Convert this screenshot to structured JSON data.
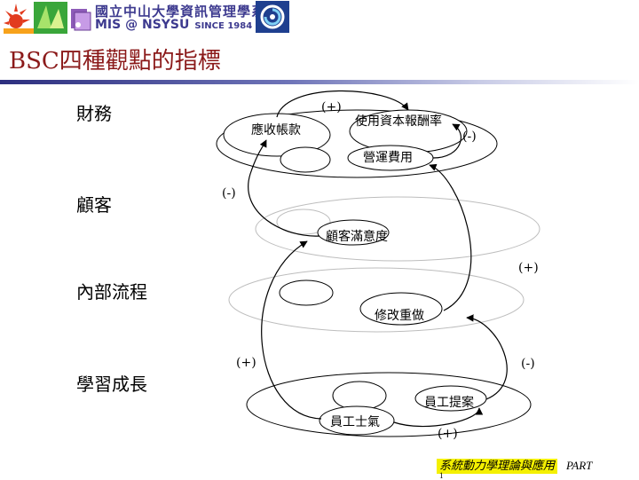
{
  "header": {
    "org_line1": "國立中山大學資訊管理學系",
    "org_line2": "MIS @ NSYSU",
    "org_since": "SINCE 1984"
  },
  "title": "BSC四種觀點的指標",
  "perspectives": {
    "financial": "財務",
    "customer": "顧客",
    "internal": "內部流程",
    "learning": "學習成長"
  },
  "nodes": {
    "receivables": "應收帳款",
    "roce": "使用資本報酬率",
    "opex": "營運費用",
    "satisfaction": "顧客滿意度",
    "rework": "修改重做",
    "suggestions": "員工提案",
    "morale": "員工士氣"
  },
  "signs": {
    "s1": "(+)",
    "s2": "(-)",
    "s3": "(-)",
    "s4": "(+)",
    "s5": "(+)",
    "s6": "(-)",
    "s7": "(+)"
  },
  "footer": {
    "highlight": "系統動力學理論與應用",
    "part": "PART",
    "page": "1"
  },
  "colors": {
    "title": "#8b1a1a",
    "org": "#3d3a8f",
    "highlight": "#f4f000"
  }
}
